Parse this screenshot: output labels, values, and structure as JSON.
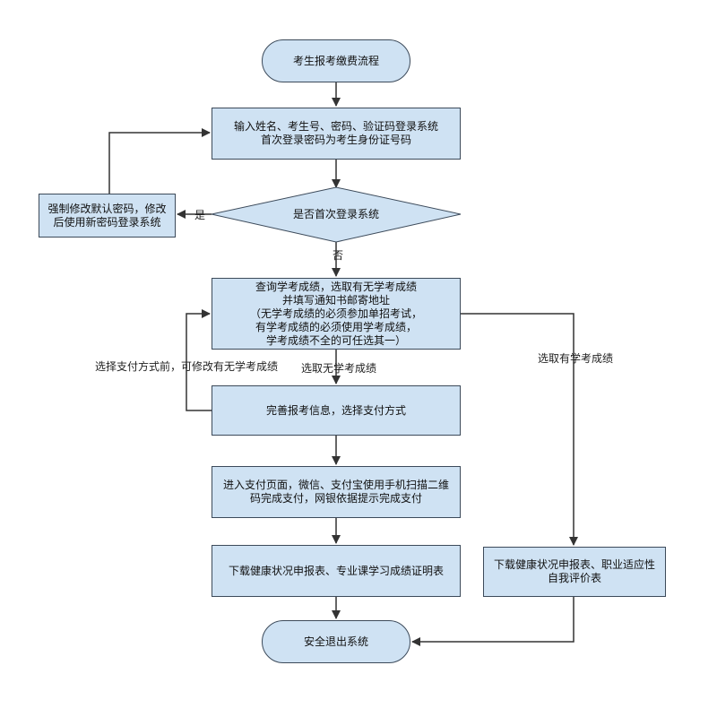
{
  "colors": {
    "fill": "#cfe2f3",
    "stroke": "#3c4a5a",
    "connector": "#333333"
  },
  "nodes": {
    "start": "考生报考缴费流程",
    "login": [
      "输入姓名、考生号、密码、验证码登录系统",
      "首次登录密码为考生身份证号码"
    ],
    "force_change": [
      "强制修改默认密码，修改",
      "后使用新密码登录系统"
    ],
    "first_login_decision": "是否首次登录系统",
    "query_scores": [
      "查询学考成绩，选取有无学考成绩",
      "并填写通知书邮寄地址",
      "（无学考成绩的必须参加单招考试，",
      "有学考成绩的必须使用学考成绩，",
      "学考成绩不全的可任选其一）"
    ],
    "complete_info": "完善报考信息，选择支付方式",
    "payment": [
      "进入支付页面，微信、支付宝使用手机扫描二维",
      "码完成支付，网银依据提示完成支付"
    ],
    "download_no_scores": "下载健康状况申报表、专业课学习成绩证明表",
    "download_with_scores": [
      "下载健康状况申报表、职业适应性",
      "自我评价表"
    ],
    "end": "安全退出系统"
  },
  "edge_labels": {
    "yes": "是",
    "no": "否",
    "select_no_scores": "选取无学考成绩",
    "select_with_scores": "选取有学考成绩",
    "modify_before_payment": "选择支付方式前，可修改有无学考成绩"
  }
}
